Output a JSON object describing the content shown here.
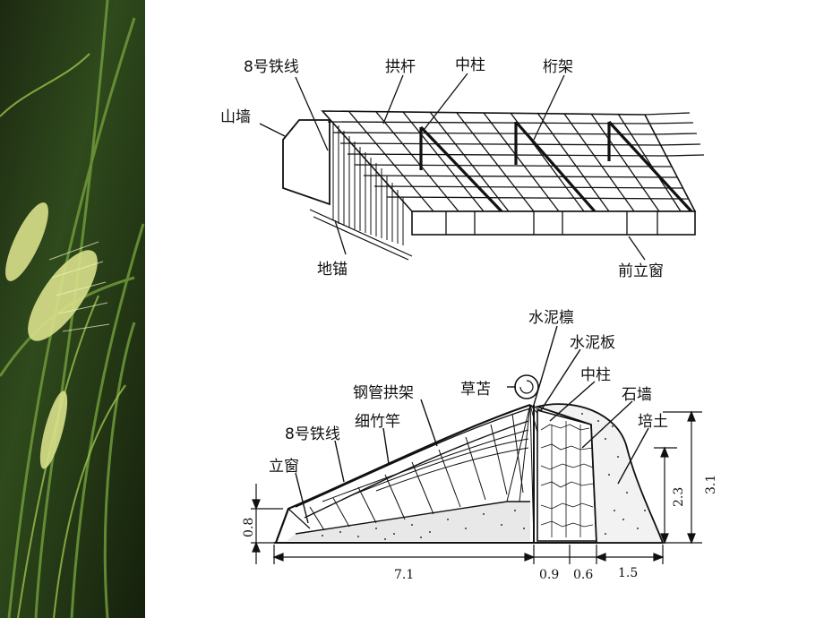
{
  "top_diagram": {
    "labels": {
      "wire8": "8号铁线",
      "arch_bar": "拱杆",
      "middle_column": "中柱",
      "purlin_frame": "桁架",
      "gable_wall": "山墙",
      "ground_anchor": "地锚",
      "front_window": "前立窗"
    }
  },
  "bottom_diagram": {
    "labels": {
      "cement_purlin": "水泥檩",
      "cement_board": "水泥板",
      "straw_mat": "草苫",
      "middle_column": "中柱",
      "stone_wall": "石墙",
      "soil_bank": "培土",
      "steel_arch": "钢管拱架",
      "bamboo_pole": "细竹竿",
      "wire8": "8号铁线",
      "vertical_window": "立窗"
    },
    "dimensions": {
      "front_height": "0.8",
      "span": "7.1",
      "wall_inner": "0.9",
      "wall_thickness": "0.6",
      "soil_base": "1.5",
      "back_wall_height": "2.3",
      "ridge_height": "3.1"
    }
  }
}
